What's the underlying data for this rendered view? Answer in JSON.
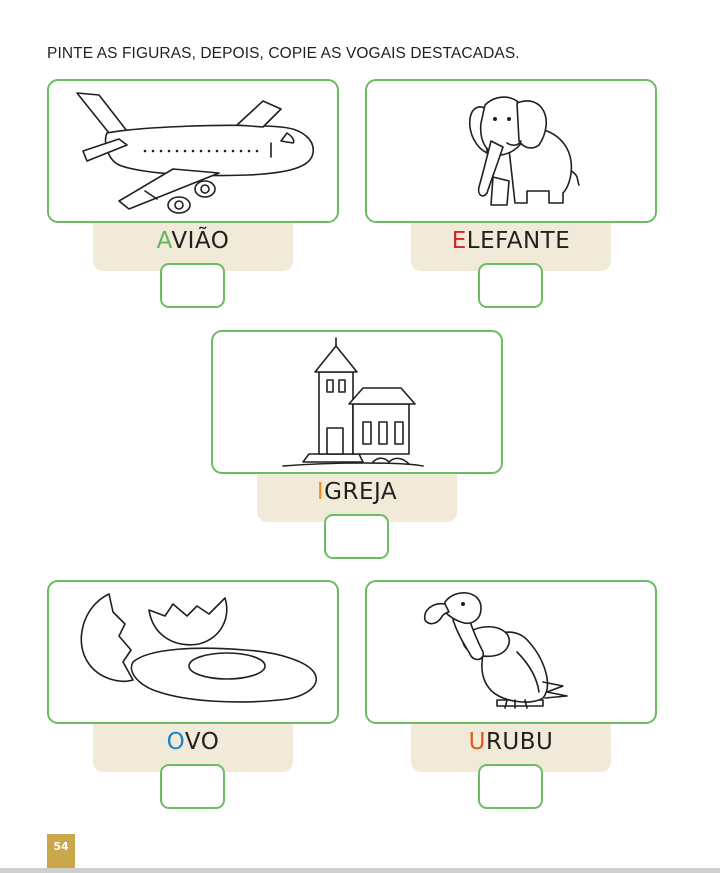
{
  "instruction": "PINTE AS FIGURAS, DEPOIS, COPIE AS VOGAIS DESTACADAS.",
  "colors": {
    "frame_border": "#6cbd62",
    "label_background": "#f2ead9",
    "page_badge": "#c9a74a"
  },
  "items": [
    {
      "vowel": "A",
      "rest": "VIÃO",
      "vowel_color": "#5cb85c",
      "picture": "airplane-drawing"
    },
    {
      "vowel": "E",
      "rest": "LEFANTE",
      "vowel_color": "#d2232a",
      "picture": "elephant-drawing"
    },
    {
      "vowel": "I",
      "rest": "GREJA",
      "vowel_color": "#e8901e",
      "picture": "church-drawing"
    },
    {
      "vowel": "O",
      "rest": "VO",
      "vowel_color": "#1b84c8",
      "picture": "egg-drawing"
    },
    {
      "vowel": "U",
      "rest": "RUBU",
      "vowel_color": "#e05a1c",
      "picture": "vulture-drawing"
    }
  ],
  "page_number": "54"
}
